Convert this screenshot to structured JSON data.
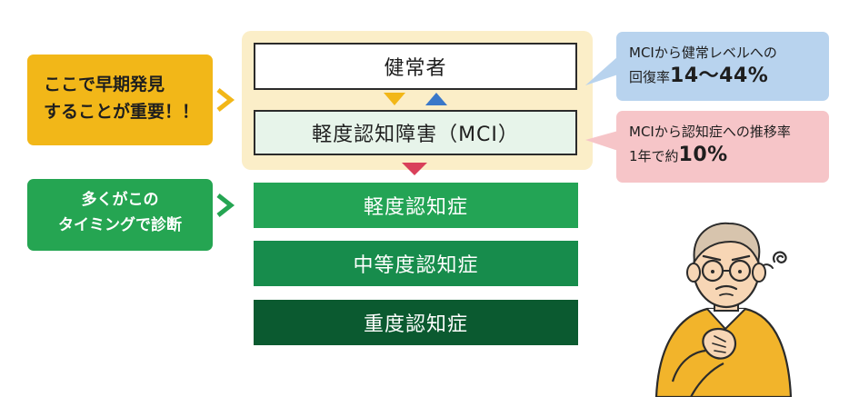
{
  "stages": [
    {
      "label": "健常者"
    },
    {
      "label": "軽度認知障害（MCI）"
    },
    {
      "label": "軽度認知症"
    },
    {
      "label": "中等度認知症"
    },
    {
      "label": "重度認知症"
    }
  ],
  "callouts": {
    "early_detection": {
      "line1": "ここで早期発見",
      "line2": "することが重要！！"
    },
    "diagnosis_timing": {
      "line1": "多くがこの",
      "line2": "タイミングで診断"
    }
  },
  "info_boxes": {
    "recovery": {
      "line1": "MCIから健常レベルへの",
      "line2_prefix": "回復率",
      "value": "14〜44%"
    },
    "progression": {
      "line1": "MCIから認知症への推移率",
      "line2_prefix": "1年で約",
      "value": "10%"
    }
  },
  "colors": {
    "highlight_bg": "#fbeec8",
    "mild_dementia": "#23a455",
    "moderate_dementia": "#178c4c",
    "severe_dementia": "#0b5a30",
    "mci_bg": "#e7f4ea",
    "arrow_down_yellow": "#f2b718",
    "arrow_up_blue": "#3a78c9",
    "arrow_down_red": "#d9405a",
    "recovery_box": "#b8d3ee",
    "progression_box": "#f6c5c8"
  },
  "illustration": {
    "subject": "worried-man-icon"
  }
}
